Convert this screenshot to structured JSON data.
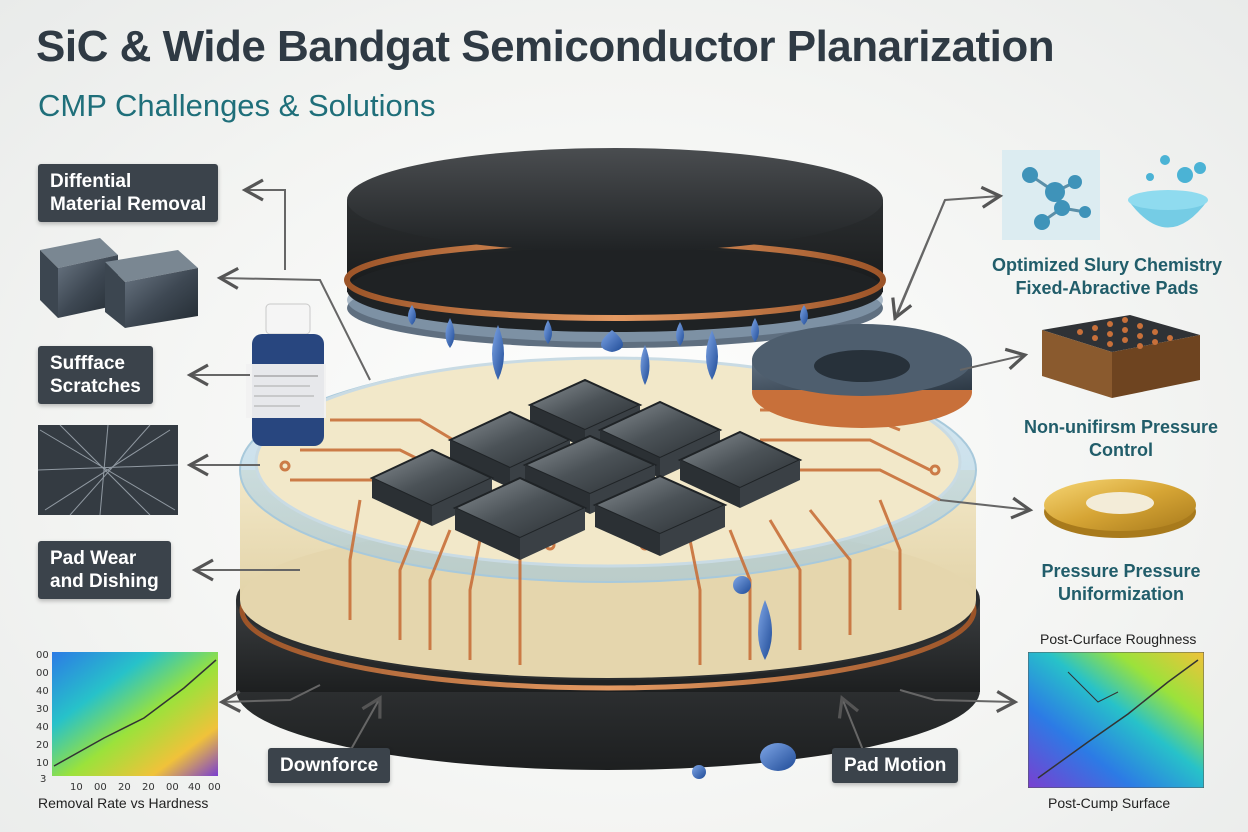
{
  "header": {
    "title": "SiC & Wide Bandgat Semiconductor Planarization",
    "subtitle": "CMP Challenges & Solutions"
  },
  "left_labels": [
    {
      "text": "Diffential\nMaterial Removal"
    },
    {
      "text": "Suffface\nScratches"
    },
    {
      "text": "Pad Wear\nand Dishing"
    }
  ],
  "bottom_labels": {
    "downforce": "Downforce",
    "pad_motion": "Pad Motion"
  },
  "right_labels": {
    "slurry": "Optimized Slury Chemistry\nFixed-Abractive Pads",
    "pressure_control": "Non-unifirsm Pressure\nControl",
    "pressure_uniform": "Pressure Pressure\nUniformization"
  },
  "charts": {
    "left_caption": "Removal Rate vs Hardness",
    "left_y_ticks": [
      "00",
      "00",
      "40",
      "30",
      "40",
      "20",
      "10",
      "3"
    ],
    "left_x_ticks": [
      "10",
      "00",
      "20",
      "20",
      "00",
      "40",
      "00"
    ],
    "right_title": "Post-Curface Roughness",
    "right_caption": "Post-Cump Surface"
  },
  "colors": {
    "tag_bg": "#3b434b",
    "title": "#2f3a44",
    "subtitle": "#1f6f7a",
    "accent_label": "#215d6a",
    "copper": "#c8703a",
    "slurry_drop": "#2f5ea8",
    "pad_cream": "#f1e6c4"
  }
}
